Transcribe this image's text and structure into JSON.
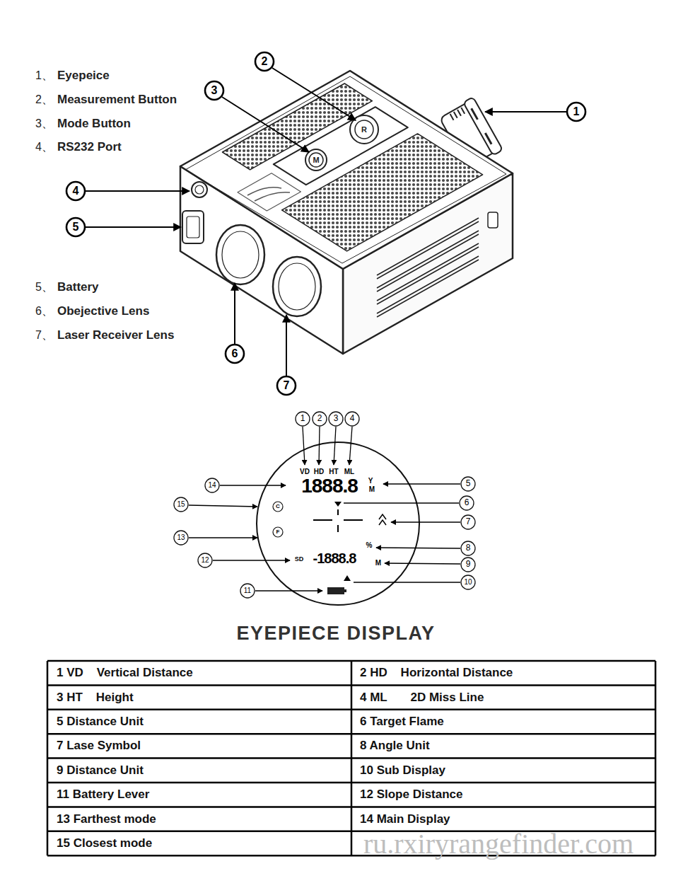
{
  "diagram": {
    "title": "EYEPIECE DISPLAY",
    "labels": [
      "1、",
      "Eyepeice",
      "2、",
      "Measurement Button",
      "3、",
      "Mode Button",
      "4、",
      "RS232 Port",
      "2",
      "3",
      "1",
      "R",
      "M",
      "4",
      "5",
      "5、",
      "Battery",
      "6、",
      "Obejective Lens",
      "7、",
      "Laser Receiver Lens",
      "6",
      "7",
      "1",
      "2",
      "3",
      "4",
      "VD",
      "HD",
      "HT",
      "ML",
      "14",
      "1888.8",
      "Y",
      "M",
      "5",
      "6",
      "15",
      "C",
      "7",
      "13",
      "F",
      "%",
      "8",
      "SD",
      "-1888.8",
      "12",
      "M",
      "9",
      "10",
      "11",
      "1 VD    Vertical Distance",
      "2 HD    Horizontal Distance",
      "3 HT    Height",
      "4 ML       2D Miss Line",
      "5 Distance Unit",
      "6 Target Flame",
      "7 Lase Symbol",
      "8 Angle Unit",
      "9 Distance Unit",
      "10 Sub Display",
      "11 Battery Lever",
      "12 Slope Distance",
      "13 Farthest mode",
      "14 Main Display",
      "15 Closest mode",
      "ru.rxiryrangefinder.com"
    ]
  }
}
